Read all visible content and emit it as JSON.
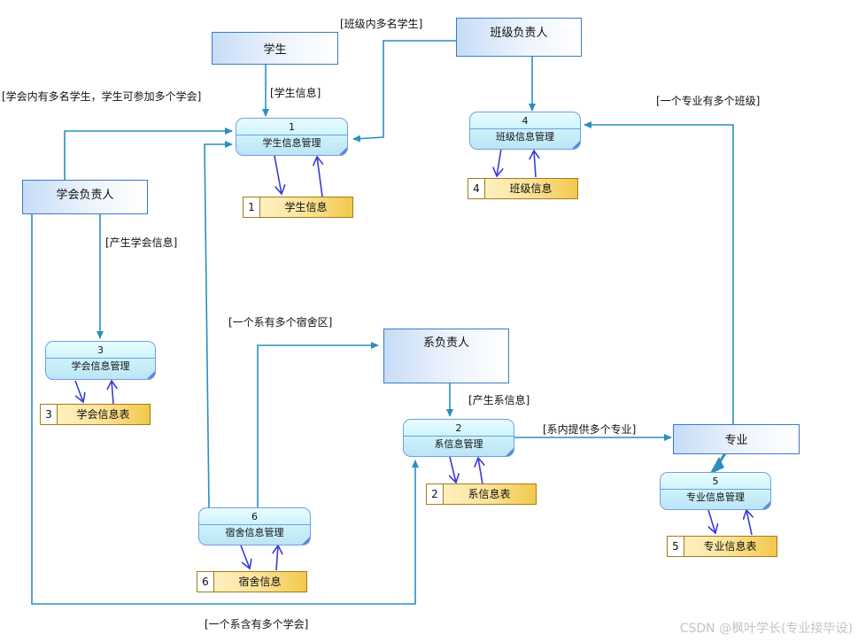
{
  "entities": {
    "student": "学生",
    "class_head": "班级负责人",
    "assoc_head": "学会负责人",
    "dept_head": "系负责人",
    "major": "专业"
  },
  "processes": [
    {
      "num": "1",
      "name": "学生信息管理"
    },
    {
      "num": "2",
      "name": "系信息管理"
    },
    {
      "num": "3",
      "name": "学会信息管理"
    },
    {
      "num": "4",
      "name": "班级信息管理"
    },
    {
      "num": "5",
      "name": "专业信息管理"
    },
    {
      "num": "6",
      "name": "宿舍信息管理"
    }
  ],
  "stores": [
    {
      "num": "1",
      "name": "学生信息"
    },
    {
      "num": "2",
      "name": "系信息表"
    },
    {
      "num": "3",
      "name": "学会信息表"
    },
    {
      "num": "4",
      "name": "班级信息"
    },
    {
      "num": "5",
      "name": "专业信息表"
    },
    {
      "num": "6",
      "name": "宿舍信息"
    }
  ],
  "flows": {
    "class_many_students": "[班级内多名学生]",
    "assoc_many_students": "[学会内有多名学生，学生可参加多个学会]",
    "student_info": "[学生信息]",
    "major_many_classes": "[一个专业有多个班级]",
    "produce_assoc_info": "[产生学会信息]",
    "dept_many_dorms": "[一个系有多个宿舍区]",
    "produce_dept_info": "[产生系信息]",
    "dept_many_majors": "[系内提供多个专业]",
    "dept_many_assocs": "[一个系含有多个学会]"
  },
  "watermark": "CSDN @枫叶学长(专业接毕设)",
  "colors": {
    "connector": "#2a8fbf",
    "store_arrow": "#3a3ad8"
  }
}
